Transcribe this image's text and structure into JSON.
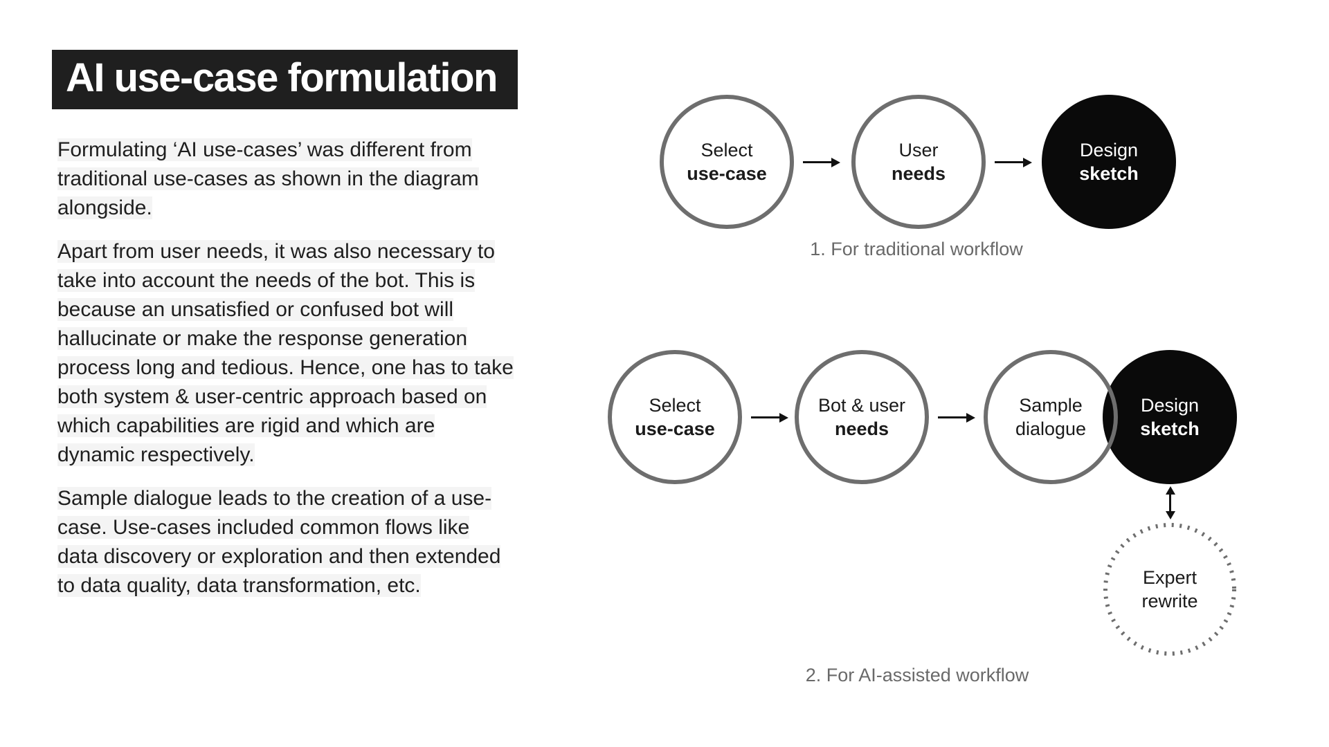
{
  "title": "AI use-case formulation",
  "paragraphs": [
    "Formulating ‘AI use-cases’ was different from\ntraditional use-cases as shown in the diagram\nalongside.",
    "Apart from user needs, it was also necessary to\ntake into account the needs of the bot. This is\nbecause an unsatisfied or confused bot will\nhallucinate or make the response generation\nprocess long and tedious. Hence, one has to take\nboth system & user-centric approach based on\nwhich capabilities are rigid and which are\ndynamic respectively.",
    "Sample dialogue leads to the creation of a use-\ncase. Use-cases included common flows like\ndata discovery or exploration and then extended\nto data quality, data transformation, etc."
  ],
  "diagram1": {
    "caption": "1. For traditional workflow",
    "nodes": [
      {
        "line1": "Select",
        "line2": "use-case"
      },
      {
        "line1": "User",
        "line2": "needs"
      },
      {
        "line1": "Design",
        "line2": "sketch"
      }
    ]
  },
  "diagram2": {
    "caption": "2. For AI-assisted workflow",
    "nodes": [
      {
        "line1": "Select",
        "line2": "use-case"
      },
      {
        "line1": "Bot & user",
        "line2": "needs"
      },
      {
        "line1": "Sample",
        "line2": "dialogue"
      },
      {
        "line1": "Design",
        "line2": "sketch"
      },
      {
        "line1": "Expert",
        "line2": "rewrite"
      }
    ]
  },
  "colors": {
    "title_bar_bg": "#1f1f1f",
    "title_text": "#ffffff",
    "body_text": "#1e1e1e",
    "text_highlight": "#f4f4f4",
    "caption_text": "#696969",
    "circle_border": "#6e6e6e",
    "circle_fill_dark": "#0a0a0a",
    "arrow": "#111111"
  }
}
